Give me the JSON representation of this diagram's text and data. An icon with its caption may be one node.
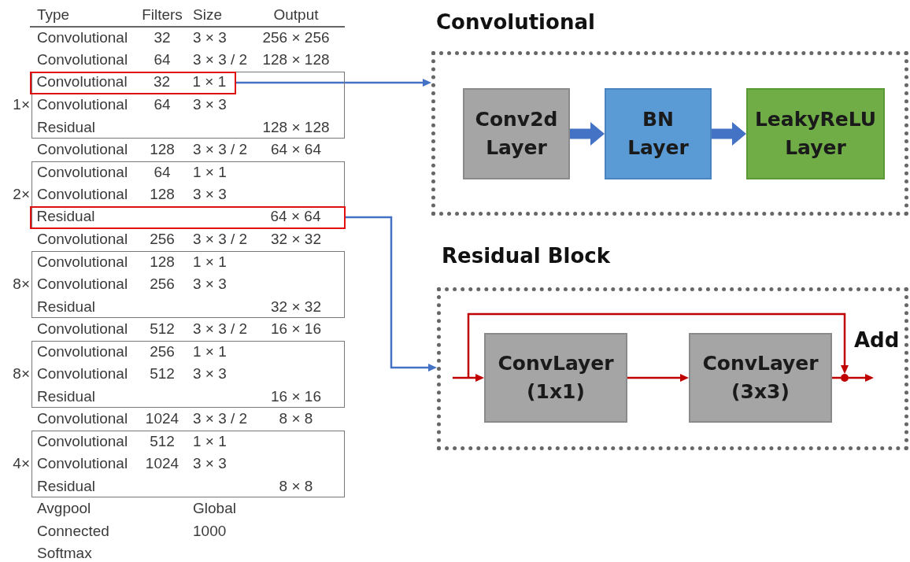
{
  "diagram": {
    "nodes": [
      {
        "text": [
          "Convolutional",
          "32",
          "1 × 1"
        ]
      },
      {
        "text": [
          "Residual",
          "64 × 64"
        ]
      },
      {
        "text": [
          "Convolutional"
        ]
      },
      {
        "text": [
          "Conv2d Layer"
        ],
        "in": 2
      },
      {
        "text": [
          "BN Layer"
        ],
        "in": 2
      },
      {
        "text": [
          "LeakyReLU Layer"
        ],
        "in": 2
      },
      {
        "text": [
          "Residual Block"
        ]
      },
      {
        "text": [
          "ConvLayer (1x1)"
        ],
        "in": 6
      },
      {
        "text": [
          "ConvLayer (3x3)"
        ],
        "in": 6
      },
      {
        "text": [],
        "shape": "circle",
        "beside": [
          "Add"
        ],
        "in": 6
      }
    ],
    "edges": [
      {
        "from": 0,
        "to": 2,
        "arrow": "to",
        "color": "#4472c4"
      },
      {
        "from": 1,
        "to": 6,
        "arrow": "to",
        "color": "#4472c4"
      },
      {
        "from": 3,
        "to": 4,
        "arrow": "to",
        "style": "thick",
        "color": "#4472c4"
      },
      {
        "from": 4,
        "to": 5,
        "arrow": "to",
        "style": "thick",
        "color": "#4472c4"
      },
      {
        "from": null,
        "to": 7,
        "arrow": "to",
        "color": "#c00000"
      },
      {
        "from": 7,
        "to": 8,
        "arrow": "to",
        "color": "#c00000"
      },
      {
        "from": 8,
        "to": 9,
        "arrow": "none",
        "color": "#c00000"
      },
      {
        "from": null,
        "to": 9,
        "arrow": "to",
        "color": "#c00000"
      },
      {
        "from": 9,
        "to": null,
        "arrow": "to",
        "color": "#c00000"
      }
    ],
    "labels": [
      "Type",
      "Filters",
      "Size",
      "Output",
      "Convolutional",
      "32",
      "3 × 3",
      "256 × 256",
      "Convolutional",
      "64",
      "3 × 3 / 2",
      "128 × 128",
      "1×",
      "Convolutional",
      "64",
      "3 × 3",
      "Residual",
      "128 × 128",
      "Convolutional",
      "128",
      "3 × 3 / 2",
      "64 × 64",
      "Convolutional",
      "64",
      "1 × 1",
      "2×",
      "Convolutional",
      "128",
      "3 × 3",
      "Convolutional",
      "256",
      "3 × 3 / 2",
      "32 × 32",
      "Convolutional",
      "128",
      "1 × 1",
      "8×",
      "Convolutional",
      "256",
      "3 × 3",
      "Residual",
      "32 × 32",
      "Convolutional",
      "512",
      "3 × 3 / 2",
      "16 × 16",
      "Convolutional",
      "256",
      "1 × 1",
      "8×",
      "Convolutional",
      "512",
      "3 × 3",
      "Residual",
      "16 × 16",
      "Convolutional",
      "1024",
      "3 × 3 / 2",
      "8 × 8",
      "Convolutional",
      "512",
      "1 × 1",
      "4×",
      "Convolutional",
      "1024",
      "3 × 3",
      "Residual",
      "8 × 8",
      "Avgpool",
      "Global",
      "Connected",
      "1000",
      "Softmax"
    ]
  }
}
